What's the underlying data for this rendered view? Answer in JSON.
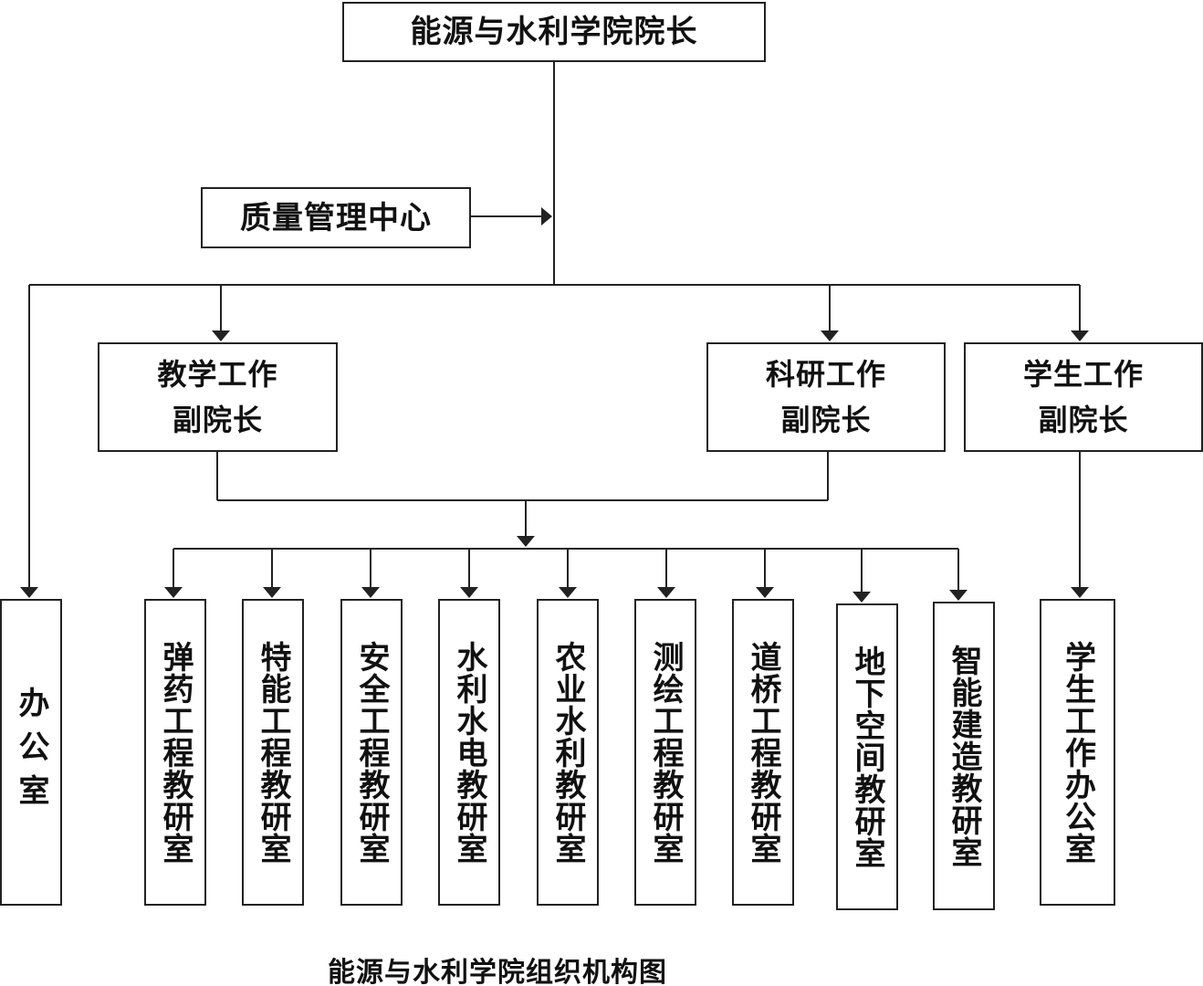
{
  "dean": "能源与水利学院院长",
  "quality_center": "质量管理中心",
  "vice_deans": {
    "teaching": {
      "line1": "教学工作",
      "line2": "副院长"
    },
    "research": {
      "line1": "科研工作",
      "line2": "副院长"
    },
    "student": {
      "line1": "学生工作",
      "line2": "副院长"
    }
  },
  "office": "办公室",
  "departments": [
    "弹药工程教研室",
    "特能工程教研室",
    "安全工程教研室",
    "水利水电教研室",
    "农业水利教研室",
    "测绘工程教研室",
    "道桥工程教研室",
    "地下空间教研室",
    "智能建造教研室"
  ],
  "student_office": "学生工作办公室",
  "caption": "能源与水利学院组织机构图",
  "colors": {
    "line": "#222222",
    "text": "#111111",
    "background": "#ffffff"
  }
}
